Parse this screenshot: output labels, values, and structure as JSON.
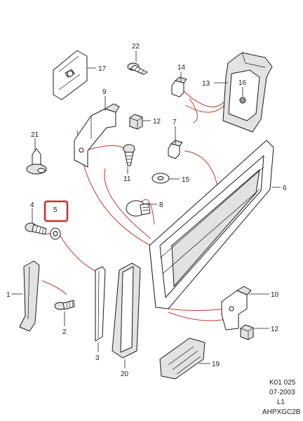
{
  "callouts": {
    "c1": "1",
    "c2": "2",
    "c3": "3",
    "c4": "4",
    "c5": "5",
    "c6": "6",
    "c7": "7",
    "c8": "8",
    "c9": "9",
    "c10": "10",
    "c11": "11",
    "c12a": "12",
    "c12b": "12",
    "c13": "13",
    "c14": "14",
    "c15": "15",
    "c16": "16",
    "c17": "17",
    "c19": "19",
    "c20": "20",
    "c21": "21",
    "c22": "22"
  },
  "footer": {
    "line1": "K01 025",
    "line2": "07-2003",
    "line3": "L1",
    "line4": "AHPXGC2B"
  },
  "colors": {
    "callout_lines": "#c0392b",
    "highlight_box": "#d62828",
    "ink": "#1a1a1a"
  }
}
